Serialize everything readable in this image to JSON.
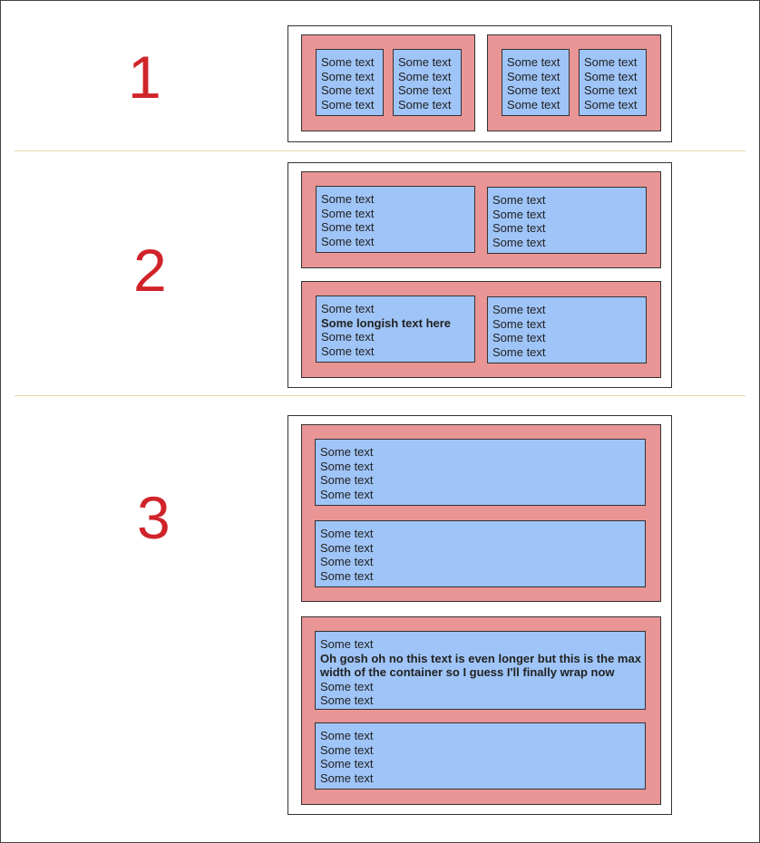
{
  "sections": [
    {
      "number": "1",
      "groups": [
        {
          "boxes": [
            {
              "lines": [
                {
                  "text": "Some text"
                },
                {
                  "text": "Some text"
                },
                {
                  "text": "Some text"
                },
                {
                  "text": "Some text"
                }
              ]
            },
            {
              "lines": [
                {
                  "text": "Some text"
                },
                {
                  "text": "Some text"
                },
                {
                  "text": "Some text"
                },
                {
                  "text": "Some text"
                }
              ]
            }
          ]
        },
        {
          "boxes": [
            {
              "lines": [
                {
                  "text": "Some text"
                },
                {
                  "text": "Some text"
                },
                {
                  "text": "Some text"
                },
                {
                  "text": "Some text"
                }
              ]
            },
            {
              "lines": [
                {
                  "text": "Some text"
                },
                {
                  "text": "Some text"
                },
                {
                  "text": "Some text"
                },
                {
                  "text": "Some text"
                }
              ]
            }
          ]
        }
      ]
    },
    {
      "number": "2",
      "groups": [
        {
          "boxes": [
            {
              "lines": [
                {
                  "text": "Some text"
                },
                {
                  "text": "Some text"
                },
                {
                  "text": "Some text"
                },
                {
                  "text": "Some text"
                }
              ]
            },
            {
              "lines": [
                {
                  "text": "Some text"
                },
                {
                  "text": "Some text"
                },
                {
                  "text": "Some text"
                },
                {
                  "text": "Some text"
                }
              ]
            }
          ]
        },
        {
          "boxes": [
            {
              "lines": [
                {
                  "text": "Some text"
                },
                {
                  "text": "Some longish text here",
                  "bold": true
                },
                {
                  "text": "Some text"
                },
                {
                  "text": "Some text"
                }
              ]
            },
            {
              "lines": [
                {
                  "text": "Some text"
                },
                {
                  "text": "Some text"
                },
                {
                  "text": "Some text"
                },
                {
                  "text": "Some text"
                }
              ]
            }
          ]
        }
      ]
    },
    {
      "number": "3",
      "groups": [
        {
          "boxes": [
            {
              "lines": [
                {
                  "text": "Some text"
                },
                {
                  "text": "Some text"
                },
                {
                  "text": "Some text"
                },
                {
                  "text": "Some text"
                }
              ]
            },
            {
              "lines": [
                {
                  "text": "Some text"
                },
                {
                  "text": "Some text"
                },
                {
                  "text": "Some text"
                },
                {
                  "text": "Some text"
                }
              ]
            }
          ]
        },
        {
          "boxes": [
            {
              "lines": [
                {
                  "text": "Some text"
                },
                {
                  "text": "Oh gosh oh no this text is even longer but this is the max width of the container so I guess I'll finally wrap now",
                  "bold": true
                },
                {
                  "text": "Some text"
                },
                {
                  "text": "Some text"
                }
              ]
            },
            {
              "lines": [
                {
                  "text": "Some text"
                },
                {
                  "text": "Some text"
                },
                {
                  "text": "Some text"
                },
                {
                  "text": "Some text"
                }
              ]
            }
          ]
        }
      ]
    }
  ]
}
